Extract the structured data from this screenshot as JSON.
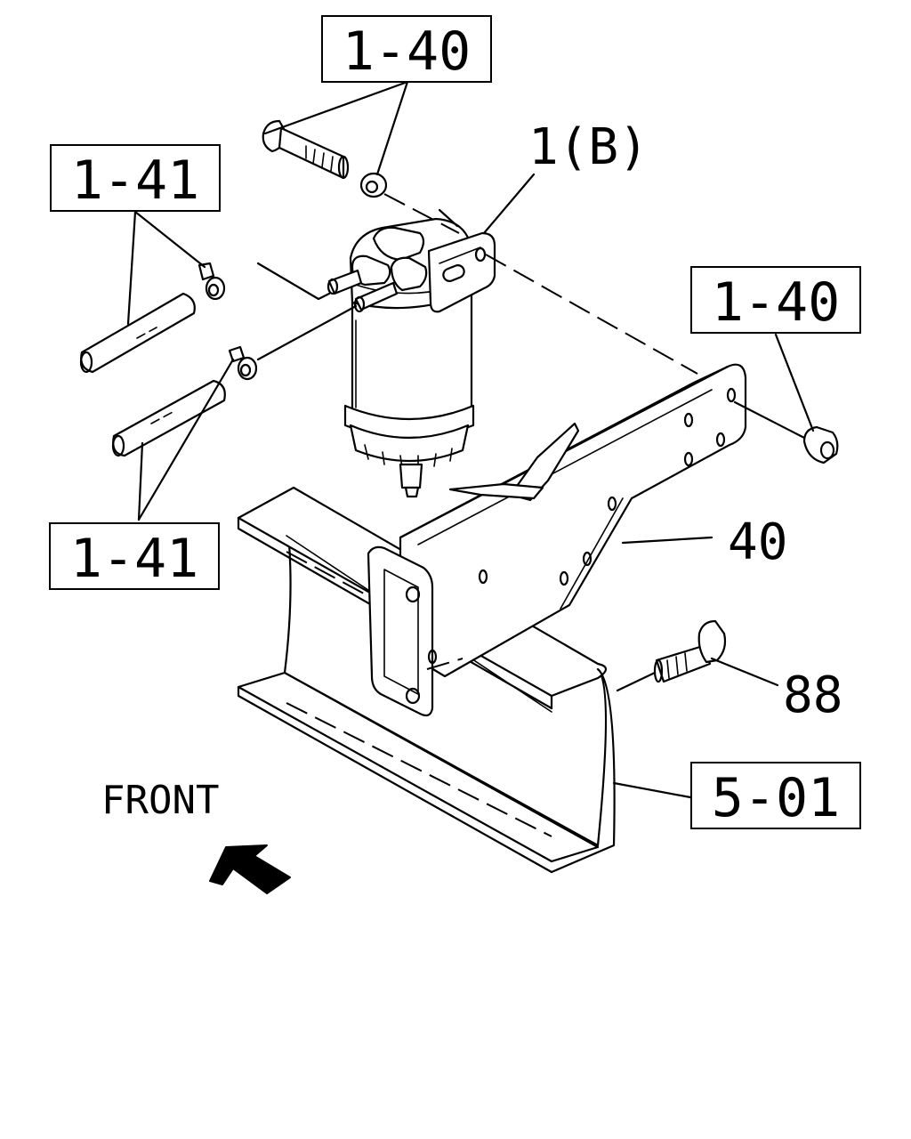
{
  "labels": {
    "top_ref": "1-40",
    "left_upper_ref": "1-41",
    "left_lower_ref": "1-41",
    "filter_part": "1(B)",
    "right_ref": "1-40",
    "bracket_part": "40",
    "bolt_part": "88",
    "frame_ref": "5-01",
    "direction": "FRONT"
  },
  "icons": {
    "direction_arrow": "arrow-up-left-icon"
  },
  "colors": {
    "ink": "#000000",
    "paper": "#ffffff"
  }
}
